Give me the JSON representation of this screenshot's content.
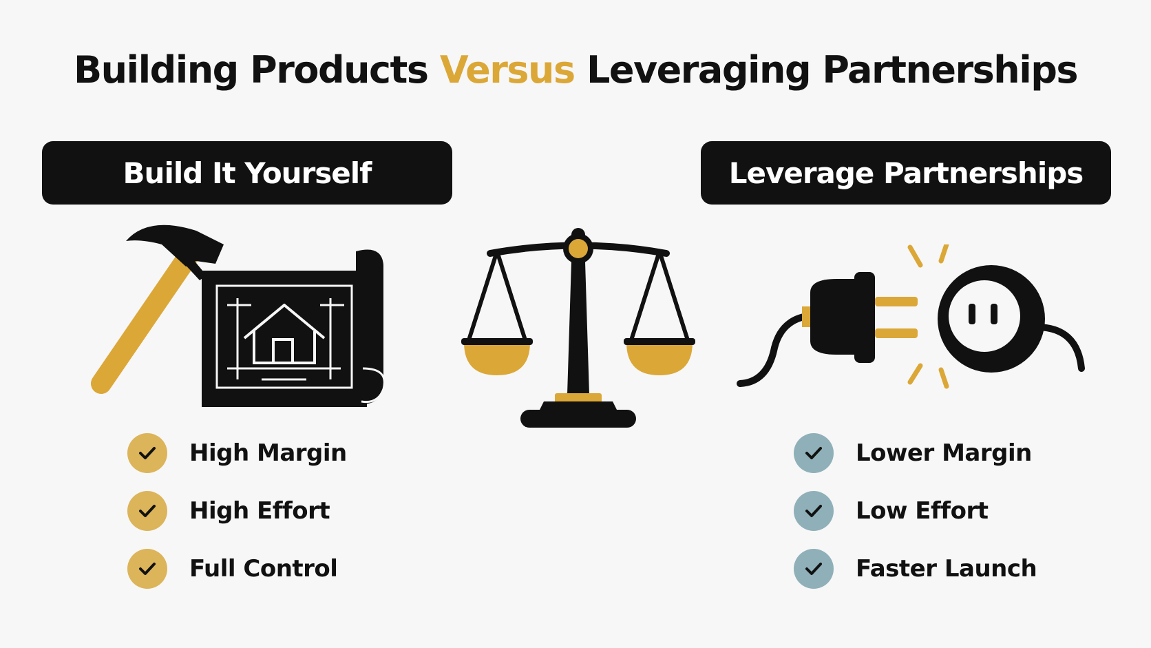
{
  "title": {
    "part1": "Building Products ",
    "accent": "Versus",
    "part2": " Leveraging Partnerships"
  },
  "colors": {
    "accent": "#dba737",
    "dark": "#111111",
    "check_left": "#dcb45a",
    "check_right": "#8fb0b8"
  },
  "left": {
    "heading": "Build It Yourself",
    "icons": [
      "hammer-icon",
      "blueprint-house-icon"
    ],
    "items": [
      {
        "label": "High Margin"
      },
      {
        "label": "High Effort"
      },
      {
        "label": "Full Control"
      }
    ]
  },
  "center": {
    "icons": [
      "balance-scale-icon"
    ]
  },
  "right": {
    "heading": "Leverage Partnerships",
    "icons": [
      "plug-icon",
      "socket-icon"
    ],
    "items": [
      {
        "label": "Lower Margin"
      },
      {
        "label": "Low Effort"
      },
      {
        "label": "Faster Launch"
      }
    ]
  }
}
